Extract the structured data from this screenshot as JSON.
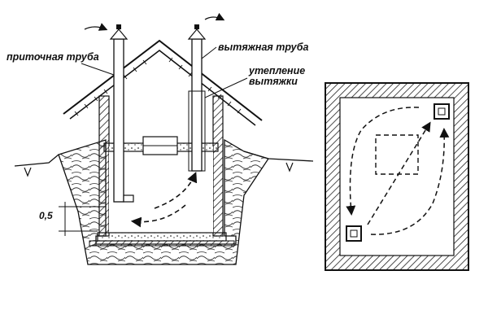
{
  "labels": {
    "intake_pipe": "приточная труба",
    "exhaust_pipe": "вытяжная труба",
    "insulation_line1": "утепление",
    "insulation_line2": "вытяжки",
    "depth_value": "0,5"
  },
  "colors": {
    "ink": "#111111",
    "hatch": "#222222",
    "background": "#ffffff"
  }
}
